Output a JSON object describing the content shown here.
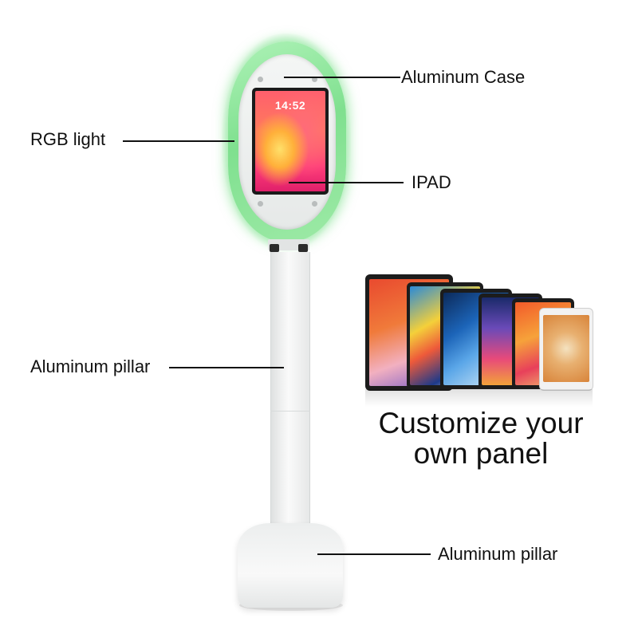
{
  "labels": {
    "aluminum_case": "Aluminum Case",
    "rgb_light": "RGB light",
    "ipad": "IPAD",
    "pillar_mid": "Aluminum pillar",
    "pillar_base": "Aluminum pillar"
  },
  "ipad_screen": {
    "time": "14:52"
  },
  "tablets_caption": {
    "line1": "Customize your",
    "line2": "own panel"
  },
  "colors": {
    "rgb_glow": "#7fe08f",
    "text": "#111111",
    "background": "#ffffff"
  }
}
